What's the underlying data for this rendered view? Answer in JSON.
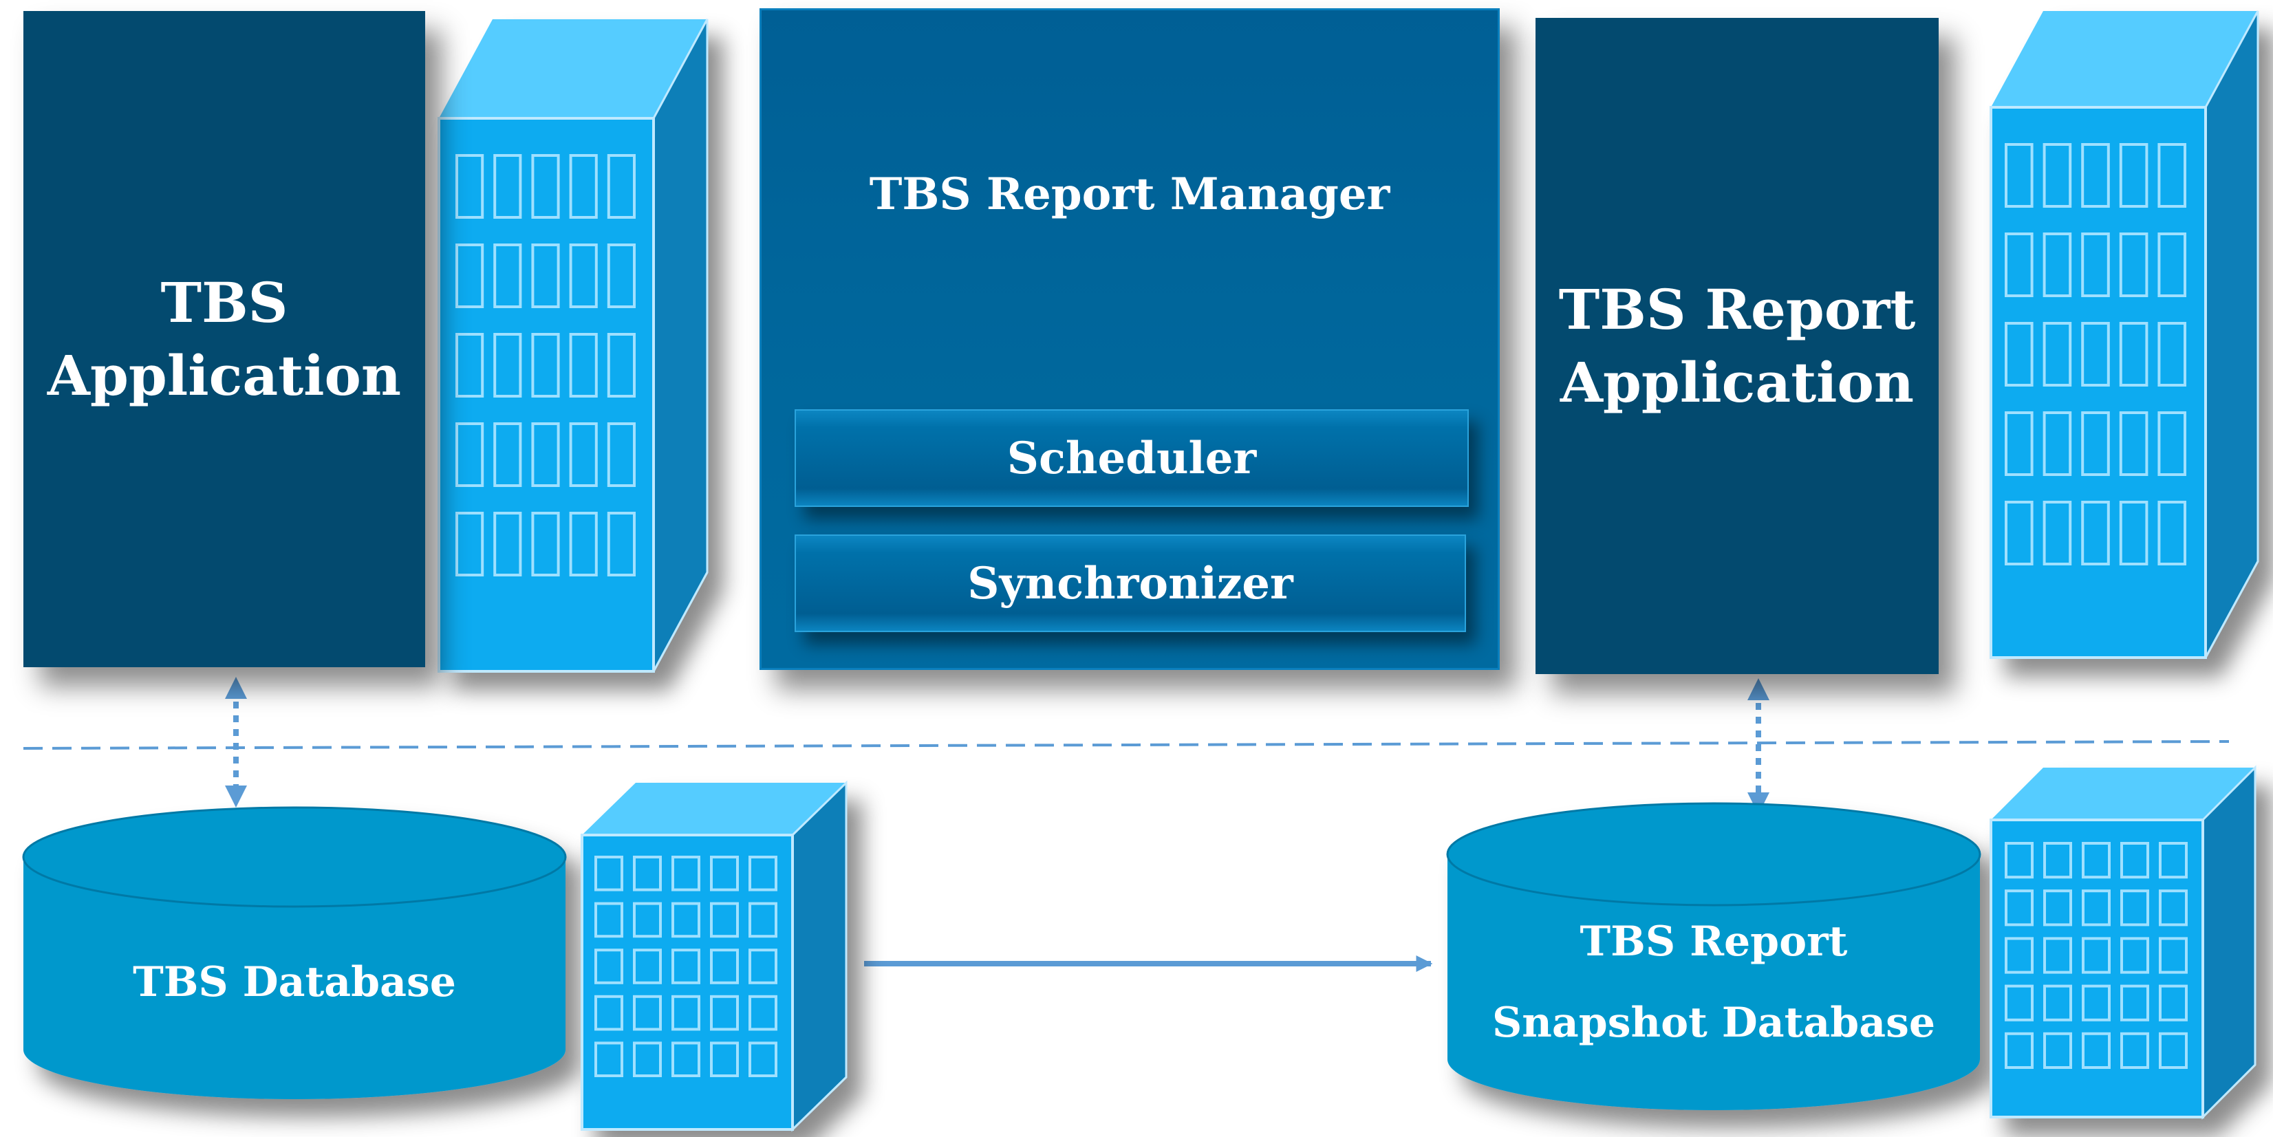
{
  "diagram": {
    "tbs_application": "TBS\nApplication",
    "report_manager": {
      "title": "TBS Report Manager",
      "scheduler": "Scheduler",
      "synchronizer": "Synchronizer"
    },
    "tbs_report_application": "TBS Report\nApplication",
    "tbs_database": "TBS Database",
    "tbs_report_snapshot_database": [
      "TBS Report",
      "Snapshot Database"
    ]
  },
  "colors": {
    "dark_navy": "#034a6f",
    "panel_blue": "#00689d",
    "cylinder_blue": "#0498cc",
    "building_face": "#0aabf0",
    "building_top": "#55ccff",
    "building_side": "#0b7fb8",
    "connector": "#5b9bd5"
  },
  "icons": [
    "server-building-icon",
    "database-cylinder-icon"
  ]
}
